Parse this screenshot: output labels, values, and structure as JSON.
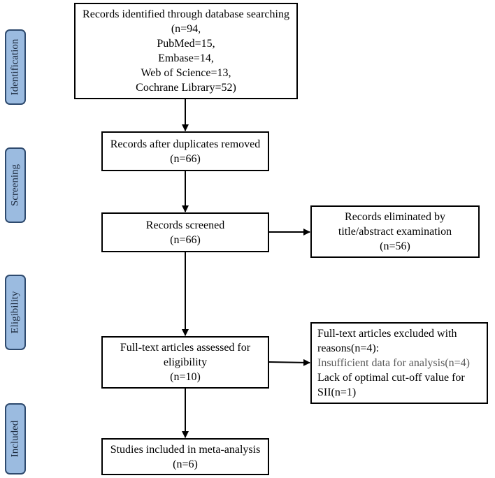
{
  "stages": {
    "identification": "Identification",
    "screening": "Screening",
    "eligibility": "Eligibility",
    "included": "Included"
  },
  "boxes": {
    "identified": {
      "lines": [
        "Records identified through database searching",
        "(n=94,",
        "PubMed=15,",
        "Embase=14,",
        "Web of Science=13,",
        "Cochrane Library=52)"
      ]
    },
    "duplicates_removed": {
      "lines": [
        "Records after duplicates removed",
        "(n=66)"
      ]
    },
    "screened": {
      "lines": [
        "Records screened",
        "(n=66)"
      ]
    },
    "eliminated": {
      "lines": [
        "Records eliminated by",
        "title/abstract examination",
        "(n=56)"
      ]
    },
    "fulltext_assessed": {
      "lines": [
        "Full-text articles assessed for",
        "eligibility",
        "(n=10)"
      ]
    },
    "fulltext_excluded": {
      "lines": [
        "Full-text articles excluded with",
        "reasons(n=4):",
        "Insufficient data for analysis(n=4)",
        "Lack of optimal cut-off value for",
        "SII(n=1)"
      ]
    },
    "included": {
      "lines": [
        "Studies included in meta-analysis",
        "(n=6)"
      ]
    }
  },
  "colors": {
    "stage_fill": "#9bbbe0",
    "stage_border": "#2e4a6e",
    "box_border": "#000000"
  }
}
